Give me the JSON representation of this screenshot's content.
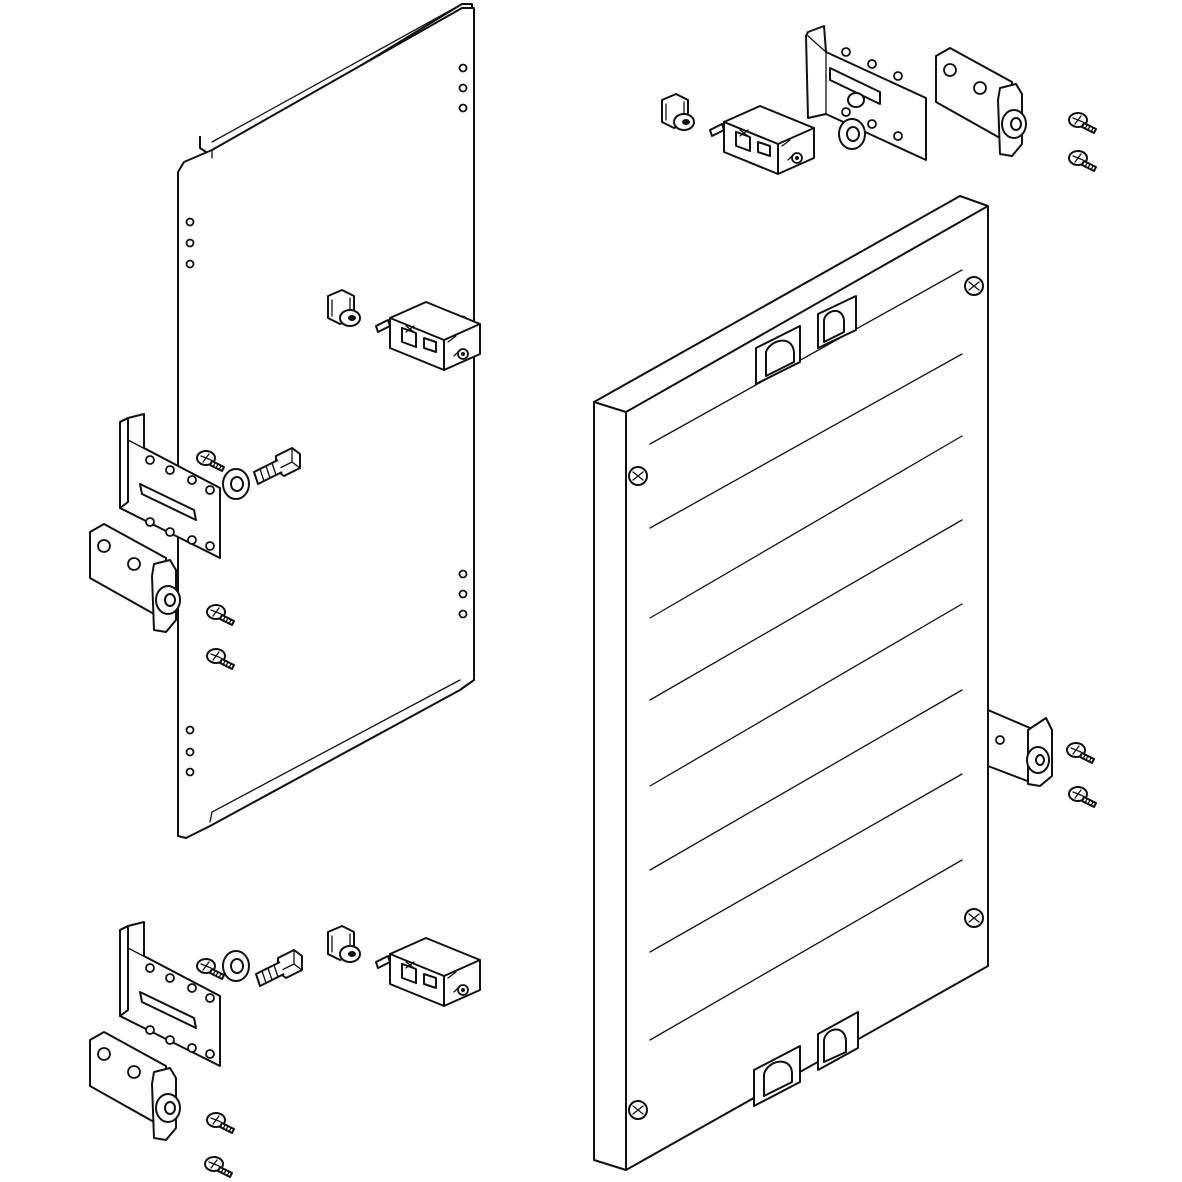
{
  "figure": {
    "style": "exploded-view line drawing",
    "colors": {
      "line": "#111111",
      "background": "#ffffff"
    },
    "components": [
      {
        "name": "mounting-plate-panel",
        "icon": "back-panel"
      },
      {
        "name": "front-cover-panel",
        "icon": "cover-panel"
      },
      {
        "name": "hinge-bracket",
        "icon": "hinge-bracket-icon"
      },
      {
        "name": "latch-assembly",
        "icon": "latch-icon"
      },
      {
        "name": "screw",
        "icon": "screw-icon"
      },
      {
        "name": "bolt",
        "icon": "bolt-icon"
      },
      {
        "name": "washer",
        "icon": "washer-icon"
      }
    ]
  }
}
